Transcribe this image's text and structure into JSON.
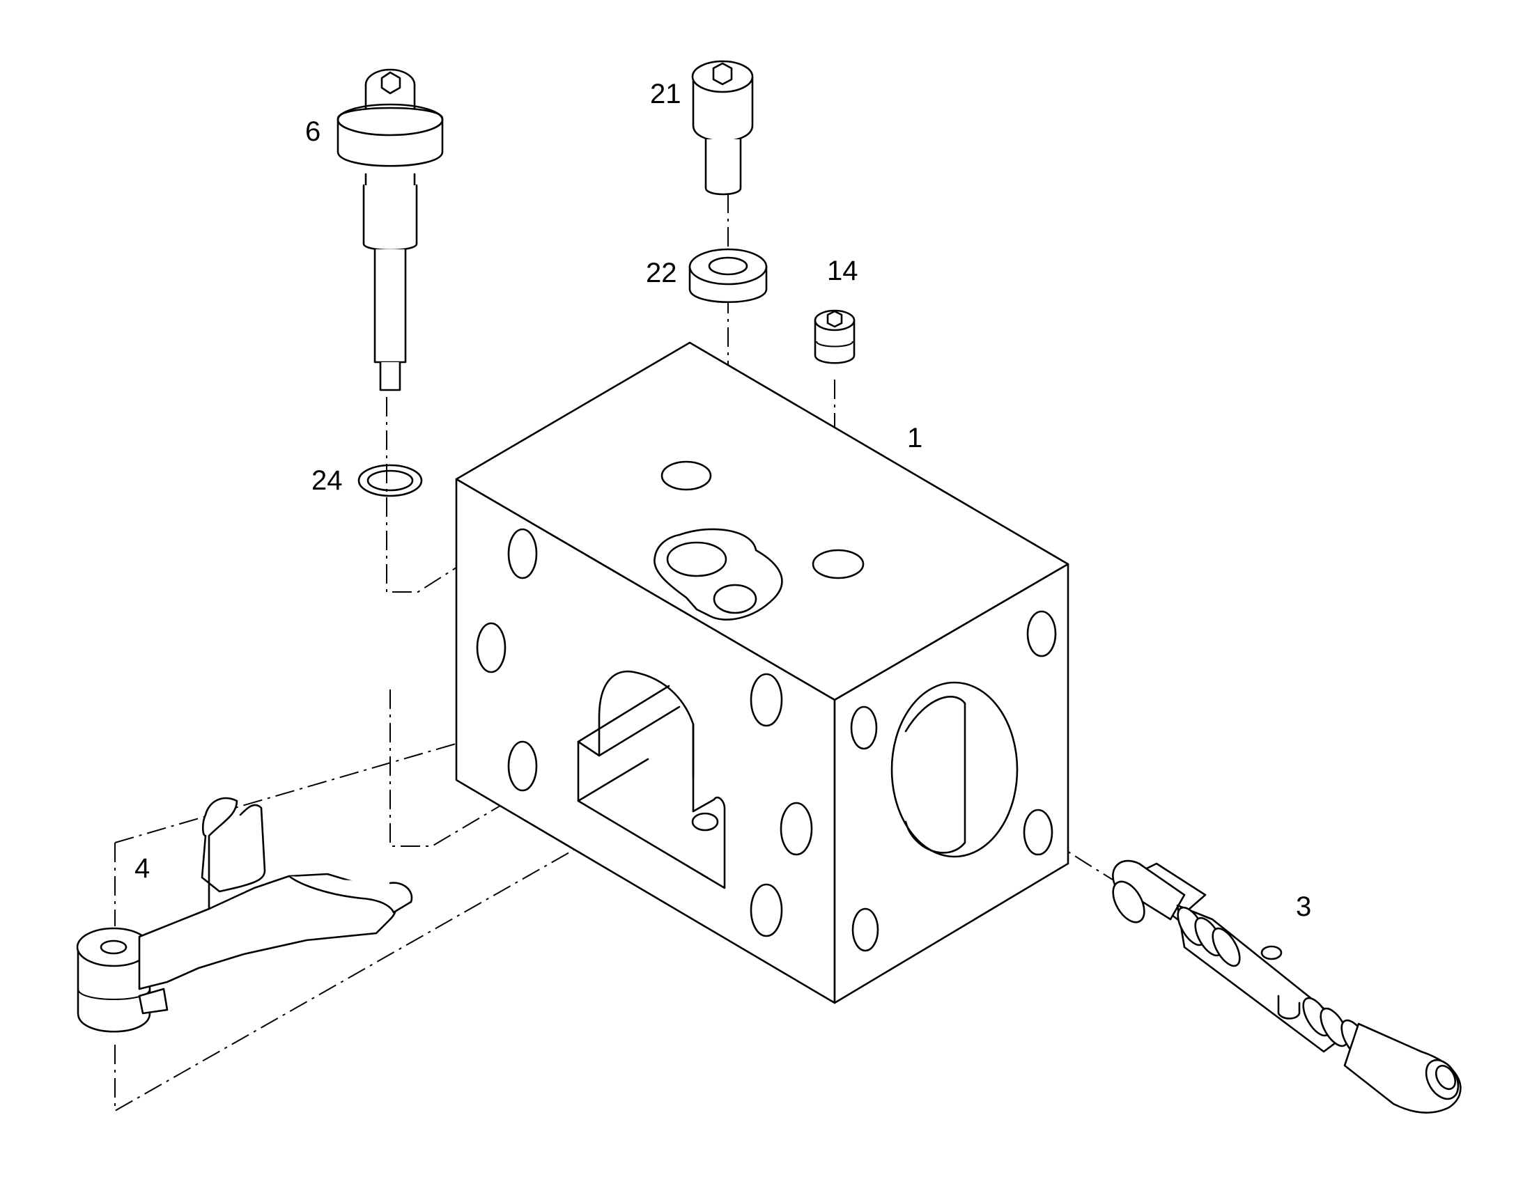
{
  "callouts": {
    "c1": "1",
    "c3": "3",
    "c4": "4",
    "c6": "6",
    "c14": "14",
    "c21": "21",
    "c22": "22",
    "c24": "24"
  }
}
